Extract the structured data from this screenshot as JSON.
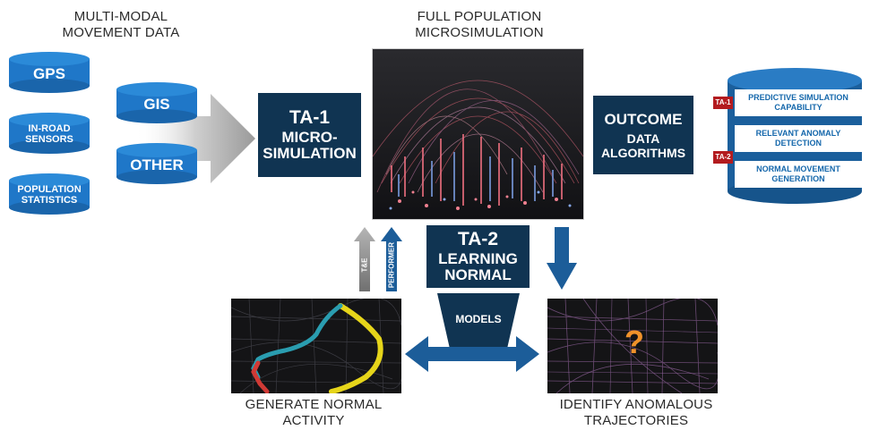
{
  "captions": {
    "input_title": "MULTI-MODAL\nMOVEMENT DATA",
    "sim_title": "FULL POPULATION\nMICROSIMULATION",
    "normal": "GENERATE NORMAL\nACTIVITY",
    "anomalous": "IDENTIFY ANOMALOUS\nTRAJECTORIES"
  },
  "data_sources": {
    "gps": "GPS",
    "in_road": "IN-ROAD\nSENSORS",
    "population": "POPULATION\nSTATISTICS",
    "gis": "GIS",
    "other": "OTHER"
  },
  "ta1": {
    "tag": "TA-1",
    "label": "MICRO-\nSIMULATION"
  },
  "outcome": {
    "tag": "OUTCOME",
    "label": "DATA\nALGORITHMS"
  },
  "ta2": {
    "tag": "TA-2",
    "label": "LEARNING\nNORMAL"
  },
  "models": "MODELS",
  "arrow_labels": {
    "te": "T&E",
    "performer": "PERFORMER"
  },
  "outcome_db": {
    "rows": [
      {
        "tag": "TA-1",
        "text": "PREDICTIVE SIMULATION\nCAPABILITY"
      },
      {
        "tag": "",
        "text": "RELEVANT ANOMALY\nDETECTION"
      },
      {
        "tag": "TA-2",
        "text": "NORMAL MOVEMENT\nGENERATION"
      }
    ]
  },
  "question_mark": "?",
  "colors": {
    "cylinder": "#1f77c8",
    "dark_box": "#103452",
    "arrow_blue": "#1c5d99",
    "tag_red": "#b31b1f"
  }
}
